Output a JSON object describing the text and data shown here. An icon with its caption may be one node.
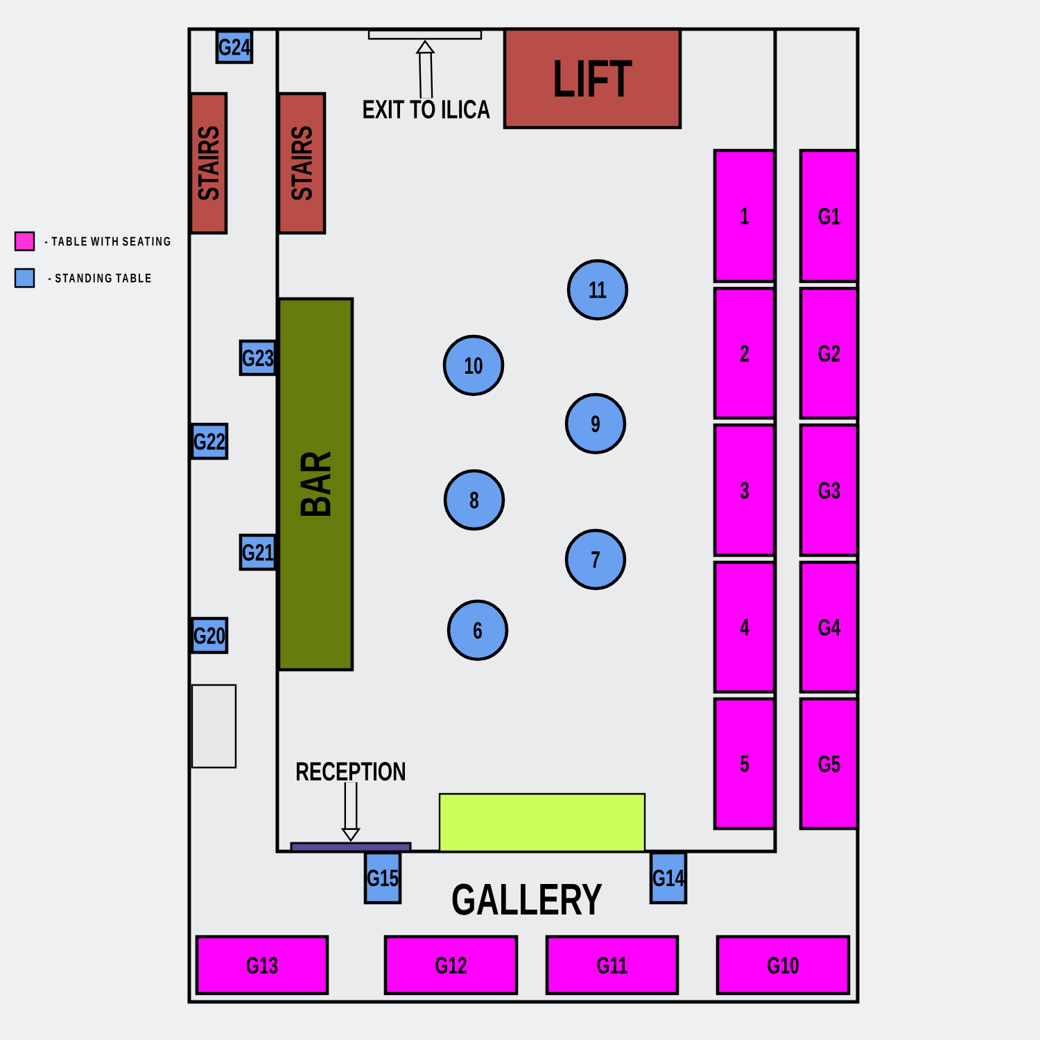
{
  "diagram": {
    "nodes": [
      {
        "text": [
          "STAIRS"
        ]
      },
      {
        "text": [
          "STAIRS"
        ]
      },
      {
        "text": [
          "LIFT"
        ]
      },
      {
        "text": [
          "BAR"
        ]
      },
      {
        "text": [
          "EXIT TO ILICA"
        ]
      },
      {
        "text": [],
        "shape": "box"
      },
      {
        "text": [
          "RECEPTION"
        ]
      },
      {
        "text": [],
        "shape": "bar"
      },
      {
        "text": [],
        "shape": "box"
      },
      {
        "text": [],
        "shape": "box"
      },
      {
        "text": [
          "G24"
        ]
      },
      {
        "text": [
          "G23"
        ]
      },
      {
        "text": [
          "G22"
        ]
      },
      {
        "text": [
          "G21"
        ]
      },
      {
        "text": [
          "G20"
        ]
      },
      {
        "text": [
          "1"
        ]
      },
      {
        "text": [
          "2"
        ]
      },
      {
        "text": [
          "3"
        ]
      },
      {
        "text": [
          "4"
        ]
      },
      {
        "text": [
          "5"
        ]
      },
      {
        "text": [
          "G1"
        ]
      },
      {
        "text": [
          "G2"
        ]
      },
      {
        "text": [
          "G3"
        ]
      },
      {
        "text": [
          "G4"
        ]
      },
      {
        "text": [
          "G5"
        ]
      },
      {
        "text": [
          "11"
        ]
      },
      {
        "text": [
          "10"
        ]
      },
      {
        "text": [
          "9"
        ]
      },
      {
        "text": [
          "8"
        ]
      },
      {
        "text": [
          "7"
        ]
      },
      {
        "text": [
          "6"
        ]
      },
      {
        "text": [
          "G15"
        ]
      },
      {
        "text": [
          "G14"
        ]
      },
      {
        "text": [
          "G13"
        ]
      },
      {
        "text": [
          "G12"
        ]
      },
      {
        "text": [
          "G11"
        ]
      },
      {
        "text": [
          "G10"
        ]
      }
    ],
    "edges": [
      {
        "from": 4,
        "to": 5,
        "arrow": "to"
      },
      {
        "from": 6,
        "to": 7,
        "arrow": "to"
      }
    ],
    "labels": [
      "GALLERY"
    ],
    "legend": [
      {
        "text": "- TABLE WITH SEATING",
        "color": "#ff33dd"
      },
      {
        "text": "- STANDING TABLE",
        "color": "#6aa0f0"
      }
    ]
  }
}
